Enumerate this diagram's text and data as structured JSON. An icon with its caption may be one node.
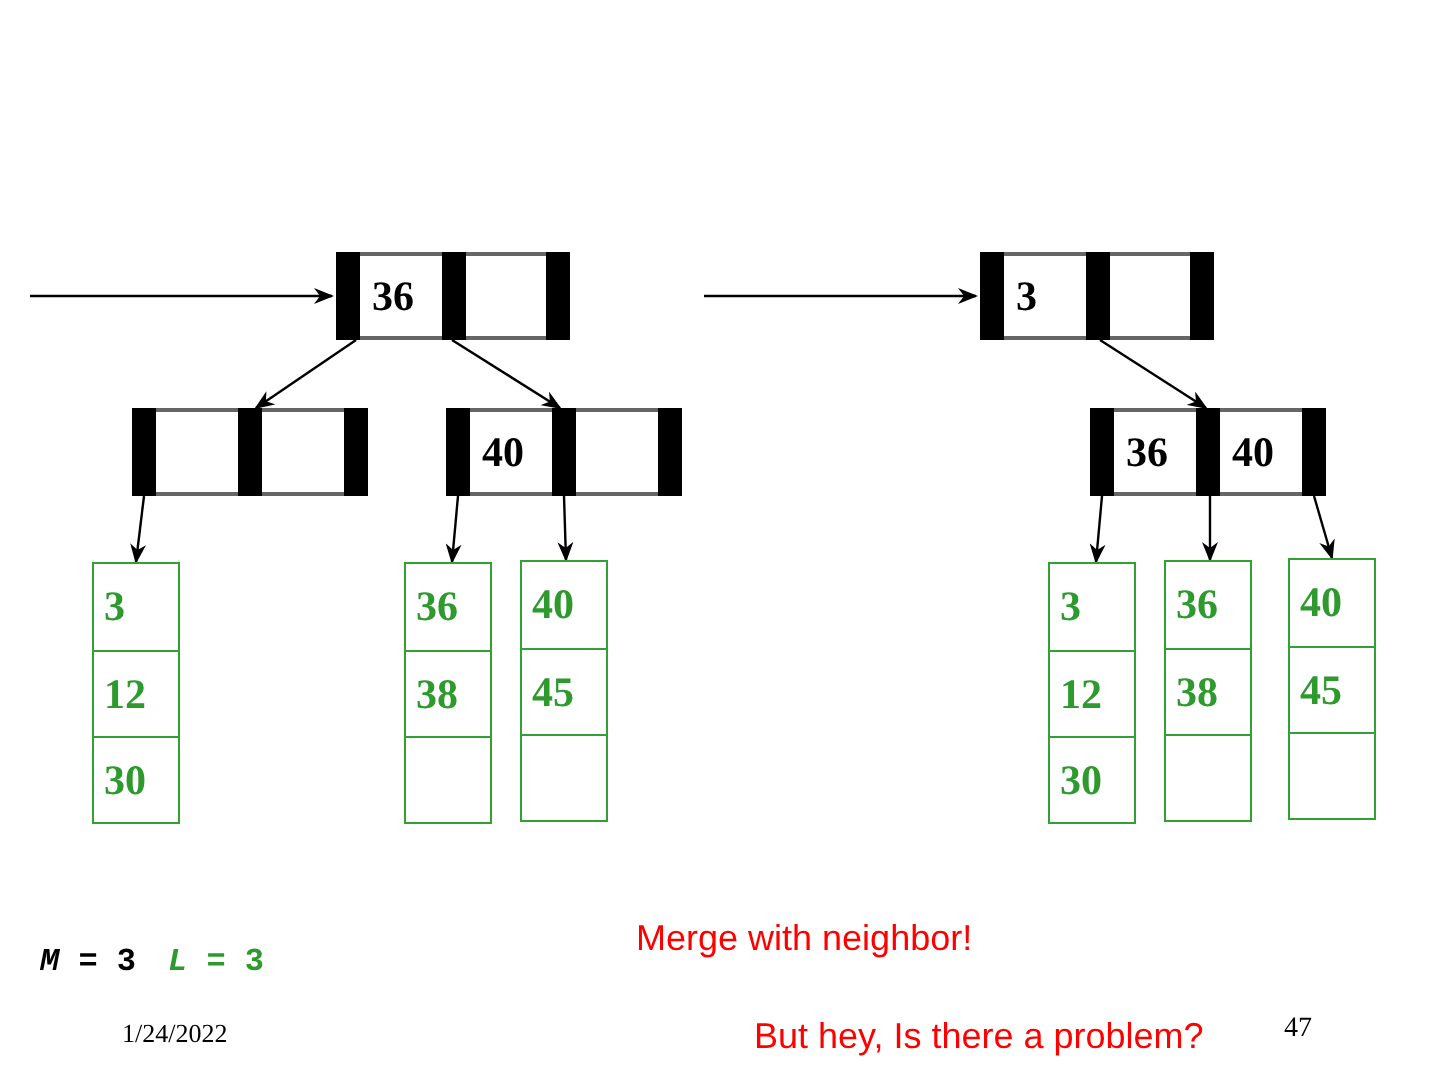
{
  "diagram": {
    "nodes": [
      {
        "text": [
          "36"
        ]
      },
      {
        "text": [],
        "shape": "box"
      },
      {
        "text": [
          "40"
        ]
      },
      {
        "text": [
          "3",
          "12",
          "30"
        ]
      },
      {
        "text": [
          "36",
          "38"
        ]
      },
      {
        "text": [
          "40",
          "45"
        ]
      },
      {
        "text": [
          "3"
        ]
      },
      {
        "text": [
          "36",
          "40"
        ]
      },
      {
        "text": [
          "3",
          "12",
          "30"
        ]
      },
      {
        "text": [
          "36",
          "38"
        ]
      },
      {
        "text": [
          "40",
          "45"
        ]
      }
    ],
    "edges": [
      {
        "from": null,
        "to": 0,
        "arrow": "to"
      },
      {
        "from": 0,
        "to": 1,
        "arrow": "to"
      },
      {
        "from": 0,
        "to": 2,
        "arrow": "to"
      },
      {
        "from": 1,
        "to": 3,
        "arrow": "to"
      },
      {
        "from": 2,
        "to": 4,
        "arrow": "to"
      },
      {
        "from": 2,
        "to": 5,
        "arrow": "to"
      },
      {
        "from": null,
        "to": 6,
        "arrow": "to"
      },
      {
        "from": 6,
        "to": 7,
        "arrow": "to"
      },
      {
        "from": 7,
        "to": 8,
        "arrow": "to"
      },
      {
        "from": 7,
        "to": 9,
        "arrow": "to"
      },
      {
        "from": 7,
        "to": 10,
        "arrow": "to"
      }
    ],
    "labels": [
      "Merge with neighbor!",
      "*M* = 3",
      "*L* = 3",
      "1/24/2022",
      "But hey, Is there a problem?",
      "47"
    ]
  }
}
